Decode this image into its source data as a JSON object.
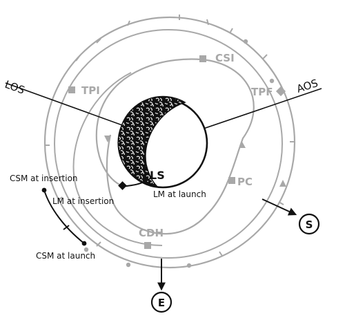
{
  "labels": {
    "los": "LOS",
    "aos": "AOS",
    "tpi": "TPI",
    "csi": "CSI",
    "tpf": "TPF",
    "pc": "PC",
    "cdh": "CDH",
    "ls": "LS",
    "lm_at_launch": "LM at launch",
    "csm_at_insertion": "CSM at insertion",
    "lm_at_insertion": "LM at insertion",
    "csm_at_launch": "CSM at launch",
    "sun": "S",
    "earth": "E"
  },
  "colors": {
    "orbit_gray": "#a8a8a8",
    "ink": "#111111"
  }
}
